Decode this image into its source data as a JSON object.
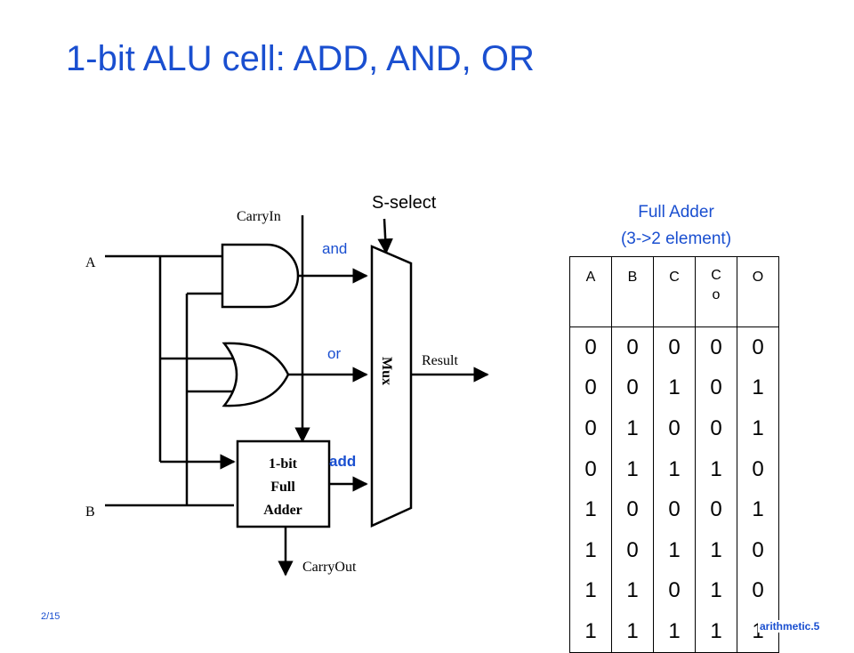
{
  "title": "1-bit ALU cell: ADD, AND, OR",
  "circuit": {
    "input_a": "A",
    "input_b": "B",
    "carry_in": "CarryIn",
    "carry_out": "CarryOut",
    "s_select": "S-select",
    "and_label": "and",
    "or_label": "or",
    "add_label": "add",
    "mux_label": "Mux",
    "result_label": "Result",
    "full_adder": {
      "line1": "1-bit",
      "line2": "Full",
      "line3": "Adder"
    }
  },
  "truth_table": {
    "caption_line1": "Full Adder",
    "caption_line2": "(3->2 element)",
    "headers": [
      "A",
      "B",
      "C",
      "C",
      "O"
    ],
    "co_subscript": "o",
    "rows": [
      [
        "0",
        "0",
        "0",
        "0",
        "0"
      ],
      [
        "0",
        "0",
        "1",
        "0",
        "1"
      ],
      [
        "0",
        "1",
        "0",
        "0",
        "1"
      ],
      [
        "0",
        "1",
        "1",
        "1",
        "0"
      ],
      [
        "1",
        "0",
        "0",
        "0",
        "1"
      ],
      [
        "1",
        "0",
        "1",
        "1",
        "0"
      ],
      [
        "1",
        "1",
        "0",
        "1",
        "0"
      ],
      [
        "1",
        "1",
        "1",
        "1",
        "1"
      ]
    ]
  },
  "footer": {
    "slide_number": "2/15",
    "tag": "arithmetic.5"
  },
  "colors": {
    "accent": "#1a4fd0",
    "ink": "#000000"
  }
}
